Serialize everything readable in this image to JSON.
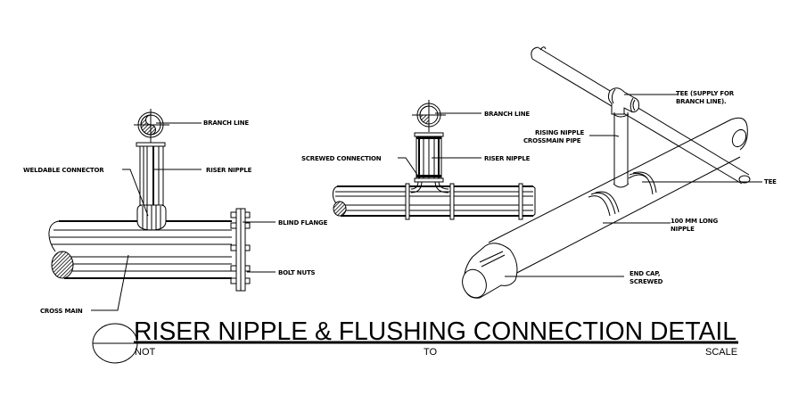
{
  "title": {
    "main": "RISER NIPPLE & FLUSHING CONNECTION DETAIL",
    "scale_words": [
      "NOT",
      "TO",
      "SCALE"
    ]
  },
  "detail_1": {
    "labels": {
      "branch_line": "BRANCH LINE",
      "weldable_connector": "WELDABLE CONNECTOR",
      "riser_nipple": "RISER NIPPLE",
      "blind_flange": "BLIND FLANGE",
      "bolt_nuts": "BOLT NUTS",
      "cross_main": "CROSS MAIN"
    }
  },
  "detail_2": {
    "labels": {
      "branch_line": "BRANCH LINE",
      "screwed_connection": "SCREWED CONNECTION",
      "riser_nipple": "RISER NIPPLE"
    }
  },
  "detail_3": {
    "labels": {
      "tee_supply_1": "TEE (SUPPLY FOR",
      "tee_supply_2": "BRANCH LINE).",
      "rising_nipple_1": "RISING NIPPLE",
      "rising_nipple_2": "CROSSMAIN PIPE",
      "tee": "TEE",
      "long_nipple_1": "100 MM LONG",
      "long_nipple_2": "NIPPLE",
      "end_cap_1": "END CAP,",
      "end_cap_2": "SCREWED"
    }
  }
}
